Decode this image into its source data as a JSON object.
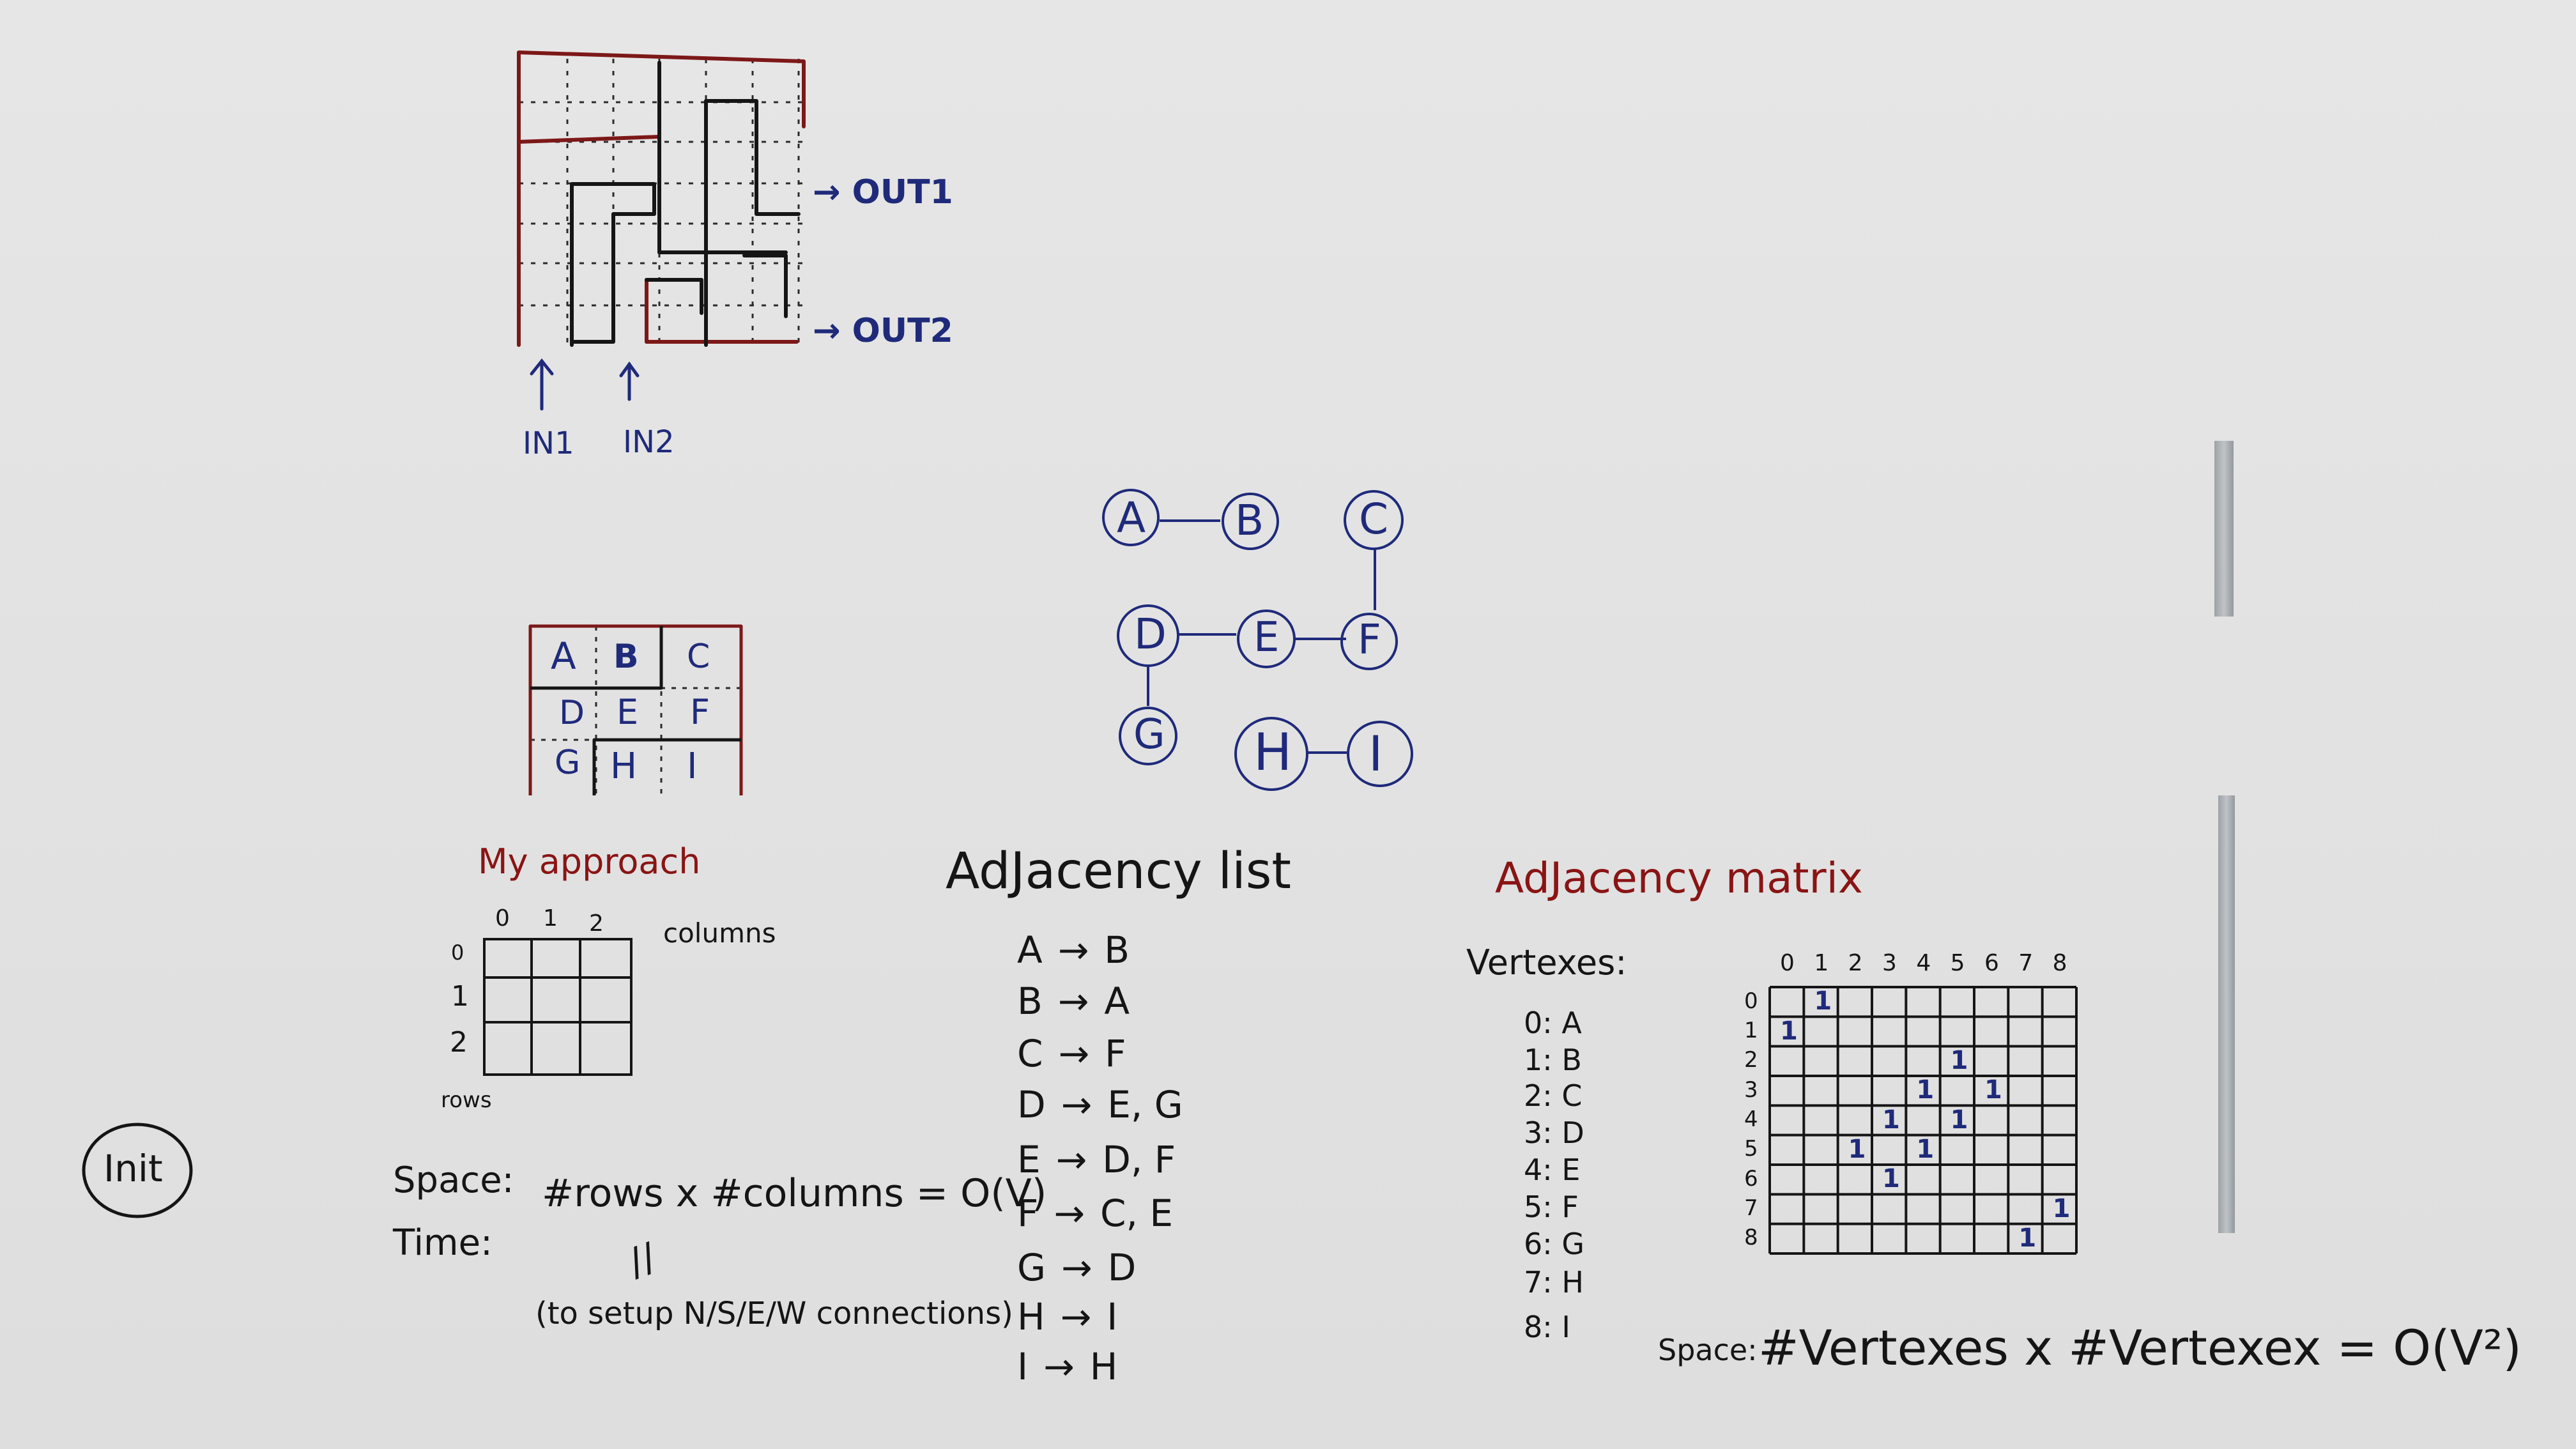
{
  "maze": {
    "outputs": [
      "→ OUT1",
      "→ OUT2"
    ],
    "inputs": [
      "IN1",
      "IN2"
    ]
  },
  "grid_labels": [
    [
      "A",
      "B",
      "C"
    ],
    [
      "D",
      "E",
      "F"
    ],
    [
      "G",
      "H",
      "I"
    ]
  ],
  "graph": {
    "nodes": [
      "A",
      "B",
      "C",
      "D",
      "E",
      "F",
      "G",
      "H",
      "I"
    ]
  },
  "my_approach": {
    "title": "My approach",
    "column_numbers": [
      "0",
      "1",
      "2"
    ],
    "row_numbers": [
      "0",
      "1",
      "2"
    ],
    "columns_label": "columns",
    "rows_label": "rows",
    "space_label": "Space:",
    "time_label": "Time:",
    "space_formula": "#rows  x  #columns = O(V)",
    "time_mark": "//",
    "note": "(to setup N/S/E/W connections)"
  },
  "init_label": "Init",
  "adjacency_list": {
    "title": "AdJacency list",
    "entries": [
      {
        "from": "A",
        "arrow": "→",
        "to": "B"
      },
      {
        "from": "B",
        "arrow": "→",
        "to": "A"
      },
      {
        "from": "C",
        "arrow": "→",
        "to": "F"
      },
      {
        "from": "D",
        "arrow": "→",
        "to": "E, G"
      },
      {
        "from": "E",
        "arrow": "→",
        "to": "D, F"
      },
      {
        "from": "F",
        "arrow": "→",
        "to": "C, E"
      },
      {
        "from": "G",
        "arrow": "→",
        "to": "D"
      },
      {
        "from": "H",
        "arrow": "→",
        "to": "I"
      },
      {
        "from": "I",
        "arrow": "→",
        "to": "H"
      }
    ]
  },
  "adjacency_matrix": {
    "title": "AdJacency matrix",
    "vertexes_label": "Vertexes:",
    "vertexes": [
      "0: A",
      "1: B",
      "2: C",
      "3: D",
      "4: E",
      "5: F",
      "6: G",
      "7: H",
      "8: I"
    ],
    "header": [
      "0",
      "1",
      "2",
      "3",
      "4",
      "5",
      "6",
      "7",
      "8"
    ],
    "ones": [
      [
        0,
        1
      ],
      [
        1,
        0
      ],
      [
        2,
        5
      ],
      [
        3,
        4
      ],
      [
        3,
        6
      ],
      [
        4,
        3
      ],
      [
        4,
        5
      ],
      [
        5,
        2
      ],
      [
        5,
        4
      ],
      [
        6,
        3
      ],
      [
        7,
        8
      ],
      [
        8,
        7
      ]
    ],
    "one_label": "1",
    "space_label": "Space:",
    "space_formula": "#Vertexes  x  #Vertexex  =  O(V²)"
  },
  "colors": {
    "ink_blue": "#1f2a7a",
    "ink_red": "#8a1414",
    "ink_black": "#151515",
    "board": "#e2e2e2"
  }
}
